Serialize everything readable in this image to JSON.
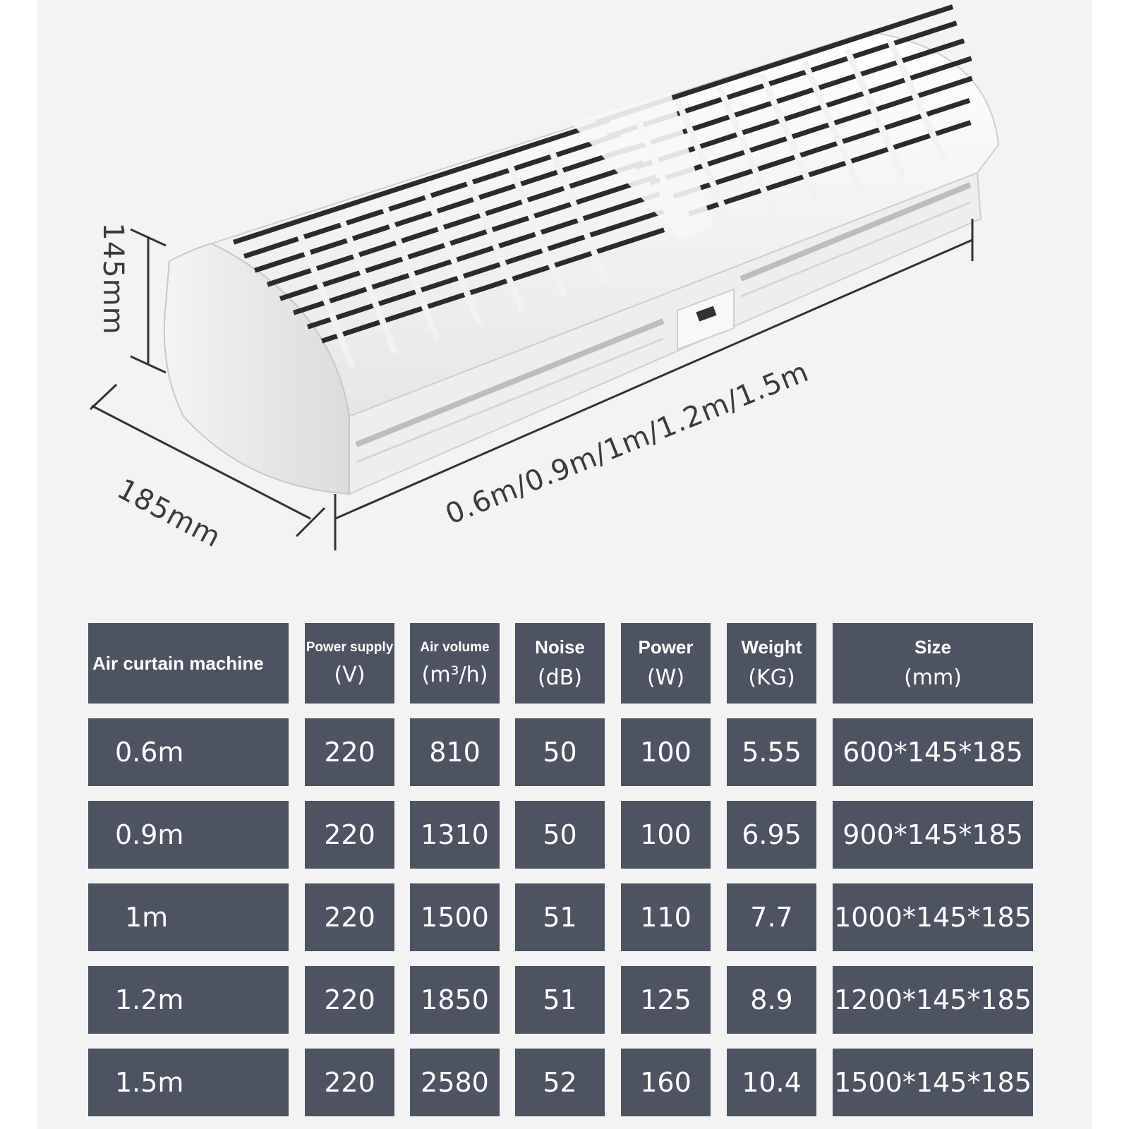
{
  "dimensions": {
    "height": "145mm",
    "depth": "185mm",
    "length": "0.6m/0.9m/1m/1.2m/1.5m"
  },
  "table": {
    "headers": [
      {
        "title": "Air curtain machine",
        "unit": ""
      },
      {
        "title": "Power supply",
        "unit": "(V)"
      },
      {
        "title": "Air volume",
        "unit": "(m³/h)"
      },
      {
        "title": "Noise",
        "unit": "(dB)"
      },
      {
        "title": "Power",
        "unit": "(W)"
      },
      {
        "title": "Weight",
        "unit": "(KG)"
      },
      {
        "title": "Size",
        "unit": "(mm)"
      }
    ],
    "rows": [
      [
        "0.6m",
        "220",
        "810",
        "50",
        "100",
        "5.55",
        "600*145*185"
      ],
      [
        "0.9m",
        "220",
        "1310",
        "50",
        "100",
        "6.95",
        "900*145*185"
      ],
      [
        "1m",
        "220",
        "1500",
        "51",
        "110",
        "7.7",
        "1000*145*185"
      ],
      [
        "1.2m",
        "220",
        "1850",
        "51",
        "125",
        "8.9",
        "1200*145*185"
      ],
      [
        "1.5m",
        "220",
        "2580",
        "52",
        "160",
        "10.4",
        "1500*145*185"
      ]
    ]
  },
  "colors": {
    "cell_bg": "#4d5360",
    "cell_text": "#ffffff",
    "panel_bg": "#f3f3f3"
  }
}
